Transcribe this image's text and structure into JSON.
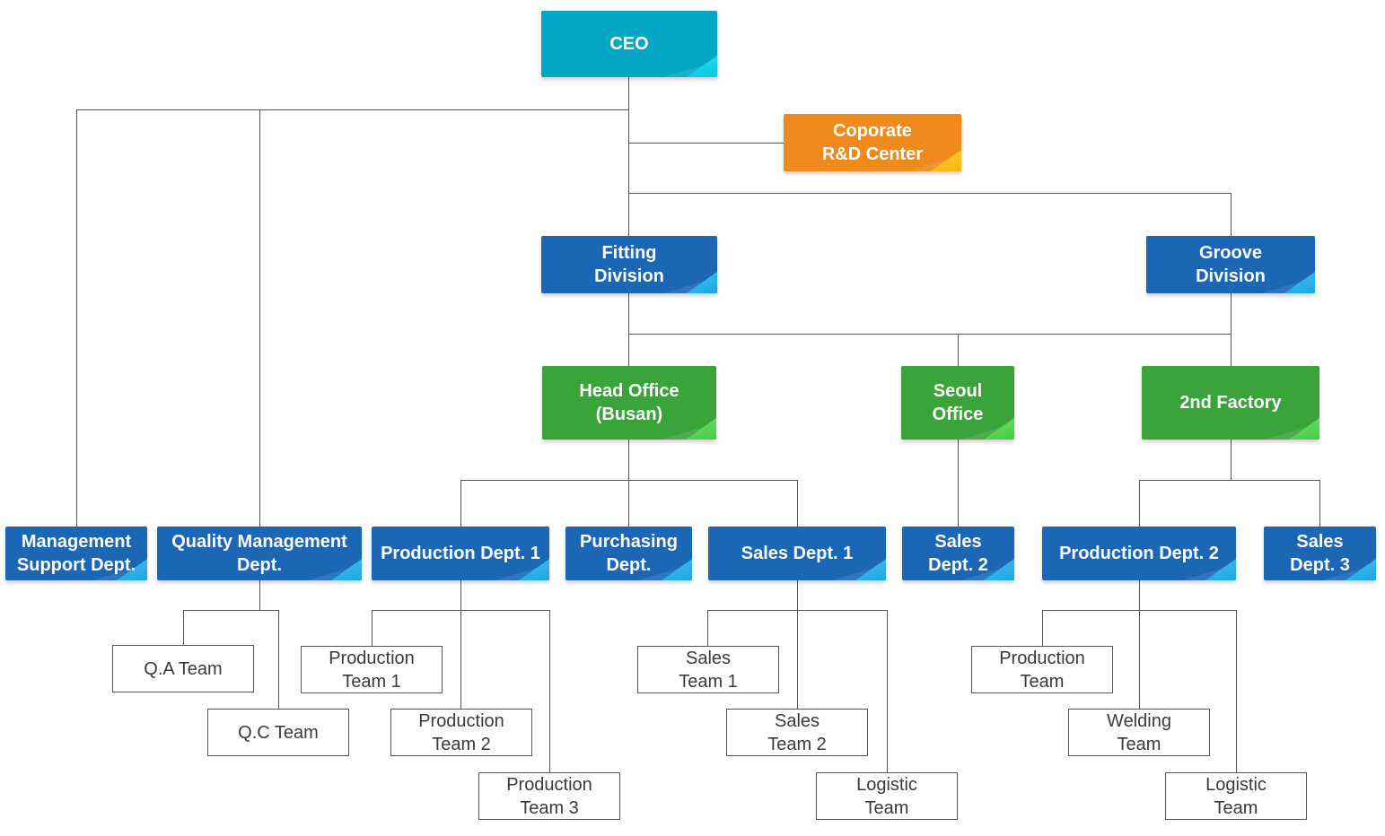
{
  "nodes": {
    "ceo": "CEO",
    "rnd": "Coporate\nR&D Center",
    "fitting": "Fitting\nDivision",
    "groove": "Groove\nDivision",
    "head_office": "Head Office\n(Busan)",
    "seoul_office": "Seoul\nOffice",
    "second_factory": "2nd Factory",
    "mgmt_support": "Management\nSupport Dept.",
    "quality_mgmt": "Quality Management\nDept.",
    "prod_dept1": "Production Dept. 1",
    "purchasing": "Purchasing\nDept.",
    "sales_dept1": "Sales Dept. 1",
    "sales_dept2": "Sales\nDept. 2",
    "prod_dept2": "Production Dept. 2",
    "sales_dept3": "Sales\nDept. 3",
    "qa_team": "Q.A Team",
    "qc_team": "Q.C Team",
    "prod_team1": "Production\nTeam 1",
    "prod_team2": "Production\nTeam 2",
    "prod_team3": "Production\nTeam 3",
    "sales_team1": "Sales\nTeam 1",
    "sales_team2": "Sales\nTeam 2",
    "logistic_team1": "Logistic\nTeam",
    "production_team": "Production\nTeam",
    "welding_team": "Welding\nTeam",
    "logistic_team2": "Logistic\nTeam"
  },
  "colors": {
    "ceo": "#03a7c5",
    "rnd": "#f08a1c",
    "division": "#1c66b6",
    "office": "#3aa43b",
    "connector": "#555555"
  }
}
